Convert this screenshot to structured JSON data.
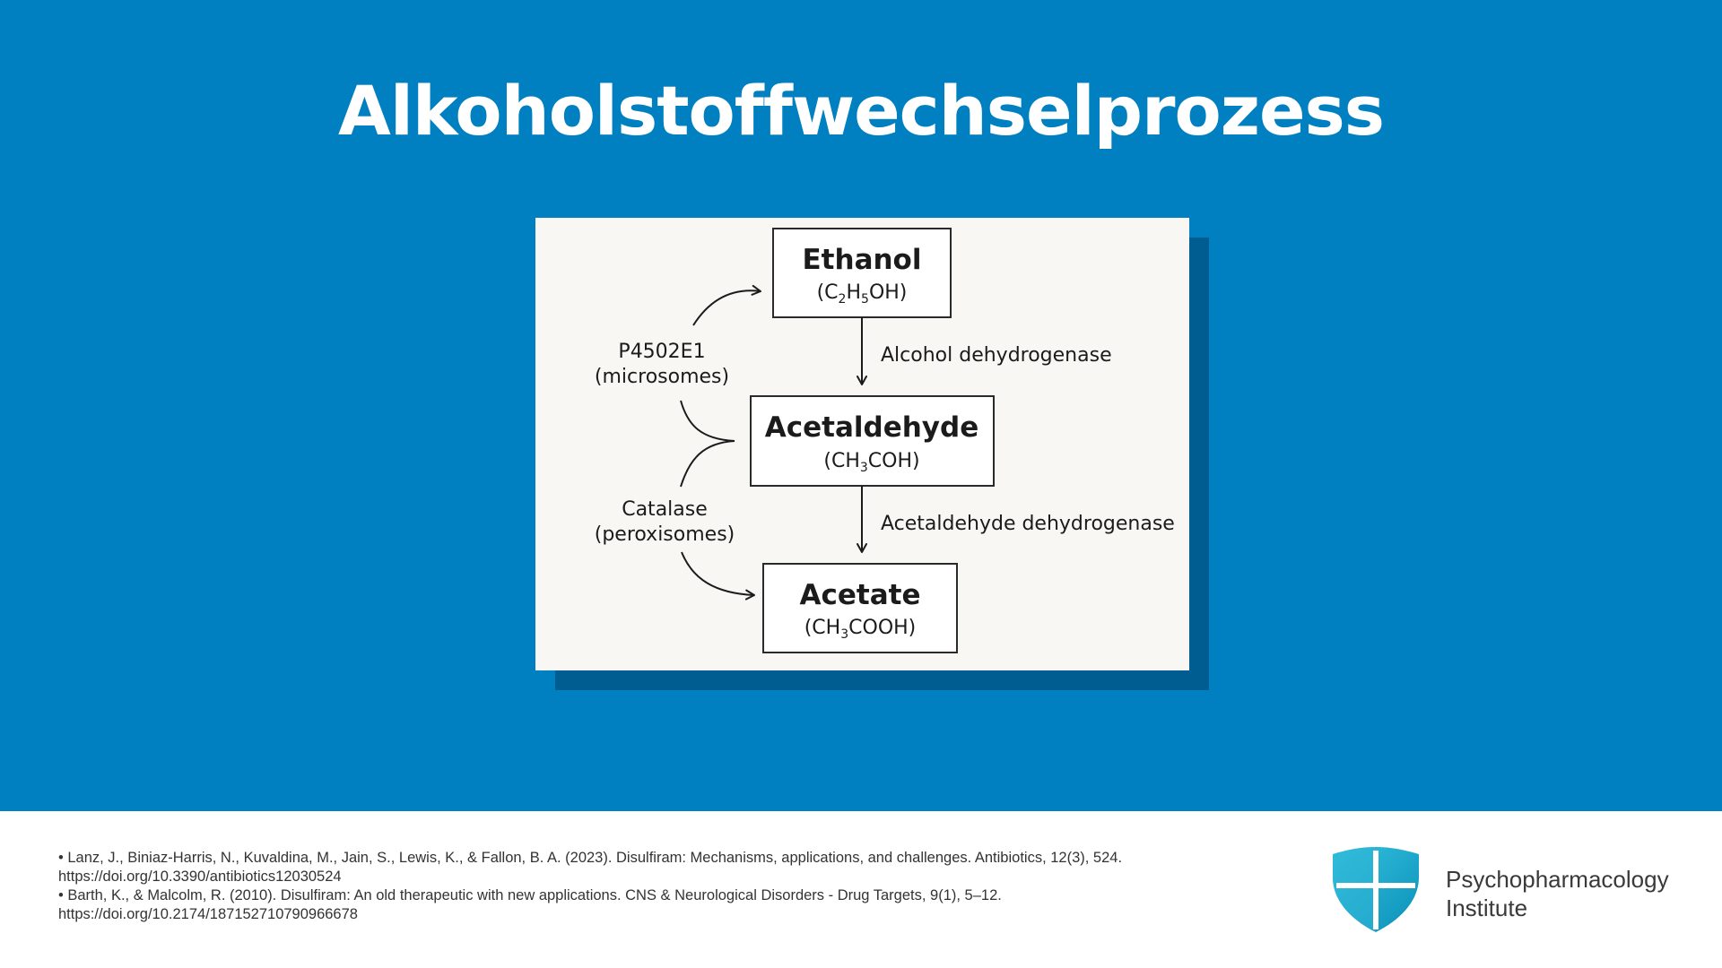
{
  "title": "Alkoholstoffwechselprozess",
  "diagram": {
    "nodes": [
      {
        "id": "ethanol",
        "name": "Ethanol",
        "formula": {
          "prefix": "(C",
          "sub1": "2",
          "mid": "H",
          "sub2": "5",
          "suffix": "OH)"
        }
      },
      {
        "id": "acetaldehyde",
        "name": "Acetaldehyde",
        "formula": {
          "prefix": "(CH",
          "sub1": "3",
          "suffix": "COH)"
        }
      },
      {
        "id": "acetate",
        "name": "Acetate",
        "formula": {
          "prefix": "(CH",
          "sub1": "3",
          "suffix": "COOH)"
        }
      }
    ],
    "edges": [
      {
        "from": "ethanol",
        "to": "acetaldehyde",
        "label": "Alcohol dehydrogenase"
      },
      {
        "from": "acetaldehyde",
        "to": "acetate",
        "label": "Acetaldehyde dehydrogenase"
      }
    ],
    "side_labels": [
      {
        "id": "p450",
        "line1": "P4502E1",
        "line2": "(microsomes)"
      },
      {
        "id": "catalase",
        "line1": "Catalase",
        "line2": "(peroxisomes)"
      }
    ]
  },
  "references": [
    {
      "text": "• Lanz, J., Biniaz-Harris, N., Kuvaldina, M., Jain, S., Lewis, K., & Fallon, B. A. (2023). Disulfiram: Mechanisms, applications, and challenges. Antibiotics, 12(3), 524.",
      "url": "https://doi.org/10.3390/antibiotics12030524"
    },
    {
      "text": "• Barth, K., & Malcolm, R. (2010). Disulfiram: An old therapeutic with new applications. CNS & Neurological Disorders - Drug Targets, 9(1), 5–12.",
      "url": "https://doi.org/10.2174/187152710790966678"
    }
  ],
  "logo": {
    "line1": "Psychopharmacology",
    "line2": "Institute",
    "colors": {
      "light": "#34c3e0",
      "dark": "#0b8fb8",
      "cross": "#ffffff"
    }
  },
  "colors": {
    "background": "#0080c0",
    "figure_background": "#f8f7f3",
    "figure_shadow": "#005d92",
    "title": "#ffffff"
  }
}
